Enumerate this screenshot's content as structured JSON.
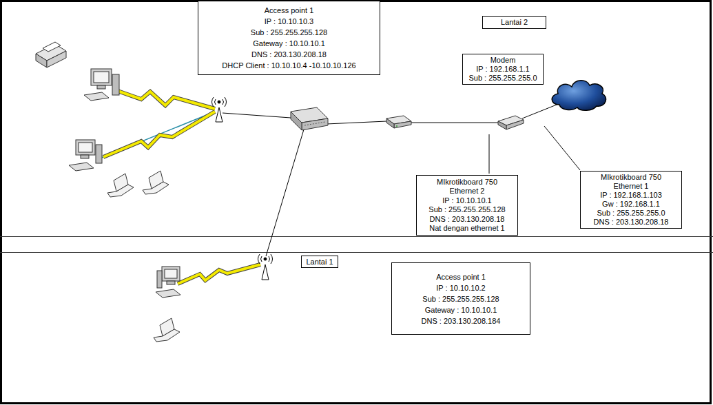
{
  "diagram": {
    "nodes": [
      {
        "text": [
          "Access point 1",
          "IP : 10.10.10.3",
          "Sub : 255.255.255.128",
          "Gateway : 10.10.10.1",
          "DNS : 203.130.208.18",
          "DHCP Client : 10.10.10.4 -10.10.10.126"
        ]
      },
      {
        "text": [
          "Lantai 2"
        ]
      },
      {
        "text": [
          "Modem",
          "IP : 192.168.1.1",
          "Sub : 255.255.255.0"
        ]
      },
      {
        "text": [
          "MIkrotikboard 750",
          "Ethernet 2",
          "IP : 10.10.10.1",
          "Sub : 255.255.255.128",
          "DNS : 203.130.208.18",
          "Nat dengan ethernet 1"
        ]
      },
      {
        "text": [
          "MIkrotikboard 750",
          "Ethernet 1",
          "IP : 192.168.1.103",
          "Gw : 192.168.1.1",
          "Sub : 255.255.255.0",
          "DNS : 203.130.208.18"
        ]
      },
      {
        "text": [
          "Lantai 1"
        ]
      },
      {
        "text": [
          "Access point 1",
          "IP : 10.10.10.2",
          "Sub : 255.255.255.128",
          "Gateway : 10.10.10.1",
          "DNS : 203.130.208.184"
        ]
      }
    ]
  }
}
